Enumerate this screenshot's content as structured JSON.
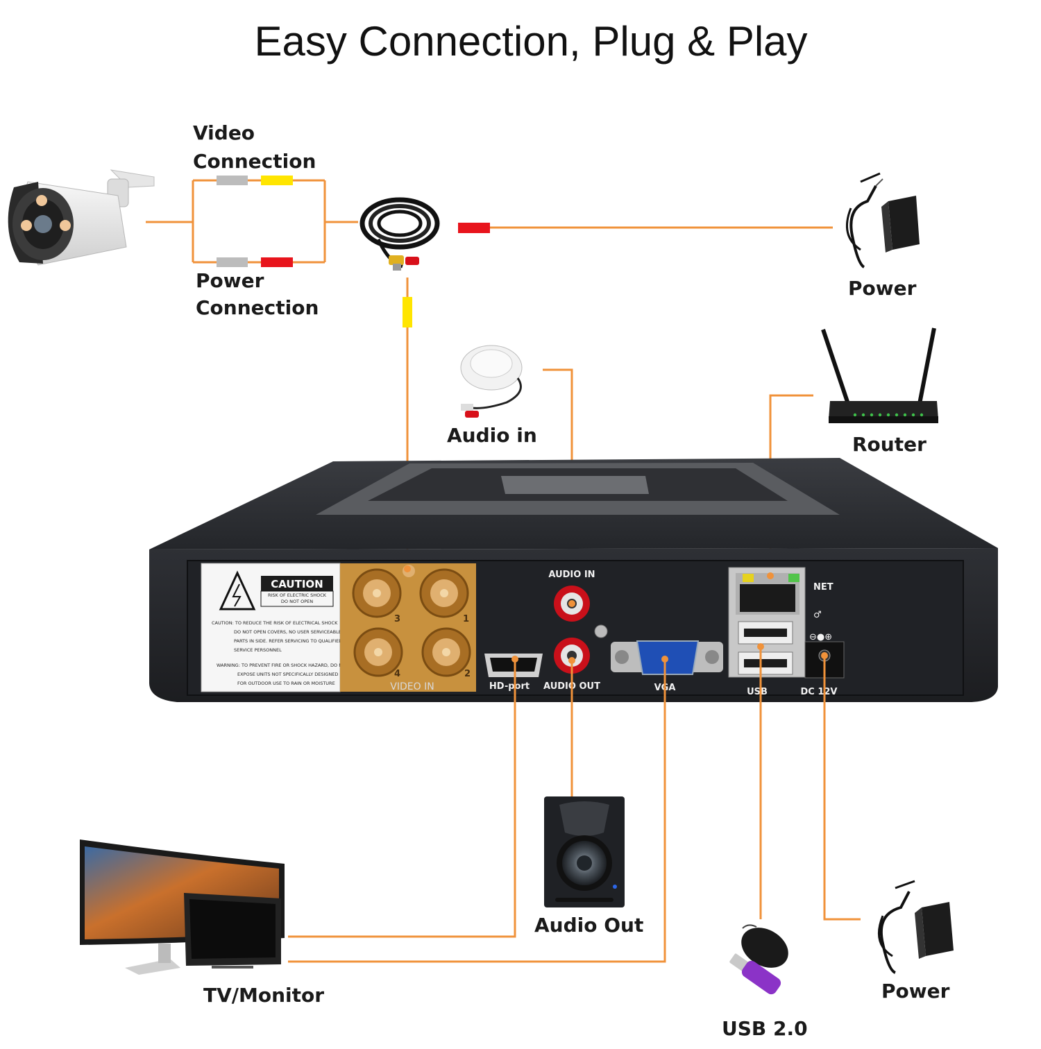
{
  "title": "Easy Connection, Plug & Play",
  "labels": {
    "video_connection": [
      "Video",
      "Connection"
    ],
    "power_connection": [
      "Power",
      "Connection"
    ],
    "power_top": "Power",
    "router": "Router",
    "audio_in": "Audio in",
    "audio_out": "Audio Out",
    "tv_monitor": "TV/Monitor",
    "usb_20": "USB 2.0",
    "power_bottom": "Power"
  },
  "dvr_ports": {
    "audio_in": "AUDIO IN",
    "net": "NET",
    "hd_port": "HD-port",
    "audio_out": "AUDIO OUT",
    "vga": "VGA",
    "usb": "USB",
    "dc_12v": "DC 12V",
    "video_in": "VIDEO IN",
    "channels": [
      "3",
      "1",
      "4",
      "2"
    ]
  },
  "warning_label": {
    "caution": "CAUTION",
    "sub": [
      "RISK OF ELECTRIC SHOCK",
      "DO NOT OPEN"
    ],
    "text": [
      "CAUTION: TO REDUCE THE RISK OF ELECTRICAL SHOCK",
      "DO NOT OPEN COVERS, NO USER SERVICEABLE",
      "PARTS IN SIDE. REFER SERVICING TO QUALIFIED",
      "SERVICE PERSONNEL",
      "WARNING: TO PREVENT FIRE OR SHOCK HAZARD, DO NOT",
      "EXPOSE UNITS NOT SPECIFICALLY DESIGNED",
      "FOR OUTDOOR USE TO RAIN OR MOISTURE"
    ]
  },
  "colors": {
    "wire": "#f0923a",
    "video_plug": "#ffe500",
    "power_plug": "#e8141c",
    "dvr_body": "#2b2d31",
    "bnc_panel": "#c8913e"
  },
  "icons": [
    "camera-icon",
    "cable-icon",
    "power-adapter-icon",
    "microphone-icon",
    "router-icon",
    "speaker-icon",
    "monitor-icon",
    "mouse-icon",
    "usb-drive-icon"
  ]
}
